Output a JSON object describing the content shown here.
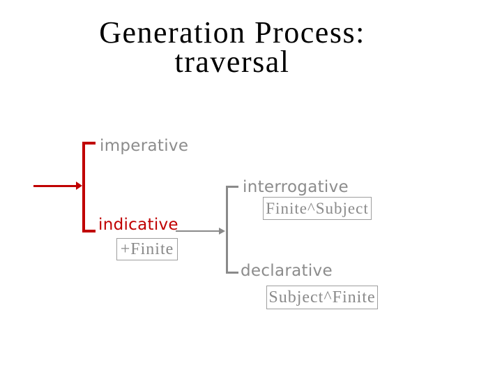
{
  "slide": {
    "title": {
      "line1": "Generation Process:",
      "line2": "traversal"
    }
  },
  "diagram": {
    "mood_system": {
      "imperative_label": "imperative",
      "indicative_label": "indicative",
      "indicative_feature": "+Finite"
    },
    "indicative_system": {
      "interrogative_label": "interrogative",
      "interrogative_feature": "Finite^Subject",
      "declarative_label": "declarative",
      "declarative_feature": "Subject^Finite"
    },
    "colors": {
      "highlight_red": "#c00000",
      "gray_text": "#8c8c8c",
      "gray_line": "#8a8a8a",
      "box_border": "#9e9e9e",
      "title_text": "#000000",
      "background": "#ffffff"
    }
  }
}
